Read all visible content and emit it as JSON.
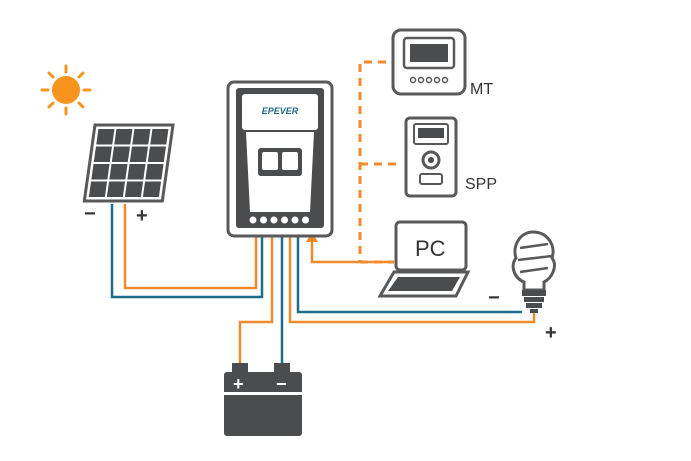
{
  "colors": {
    "positive_wire": "#f08a2c",
    "negative_wire": "#1f6b8a",
    "comm_dashed": "#f08a2c",
    "device_outline": "#58595b",
    "device_fill": "#ffffff",
    "dark_panel": "#4b4c4e",
    "sun": "#f7941d",
    "text": "#333333"
  },
  "icons": {
    "sun": "sun-icon",
    "solar_panel": "solar-panel-icon",
    "controller": "charge-controller-icon",
    "battery": "battery-icon",
    "meter": "remote-meter-icon",
    "spp": "spp-device-icon",
    "pc": "laptop-icon",
    "bulb": "light-bulb-icon"
  },
  "brand": {
    "logo_text": "EPEVER"
  },
  "labels": {
    "mt": "MT",
    "spp": "SPP",
    "pc": "PC",
    "panel_minus": "−",
    "panel_plus": "+",
    "battery_plus": "+",
    "battery_minus": "−",
    "load_minus": "−",
    "load_plus": "+"
  }
}
